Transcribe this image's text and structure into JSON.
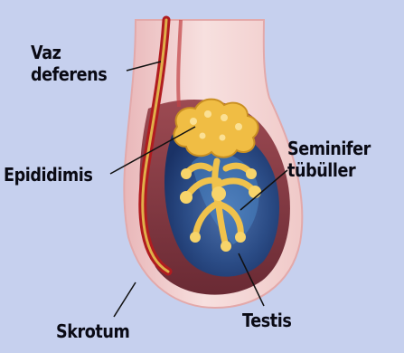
{
  "labels": {
    "vaz_line1": "Vaz",
    "vaz_line2": "deferens",
    "epididimis": "Epididimis",
    "seminifer_line1": "Seminifer",
    "seminifer_line2": "tübüller",
    "skrotum": "Skrotum",
    "testis": "Testis"
  },
  "colors": {
    "background": "#c6d0ee",
    "scrotum_skin": "#f3d4d2",
    "testis_tissue": "#24457f",
    "epididymis": "#f0bd44",
    "vas_deferens": "#b01c20",
    "label_text": "#0a0a14"
  }
}
